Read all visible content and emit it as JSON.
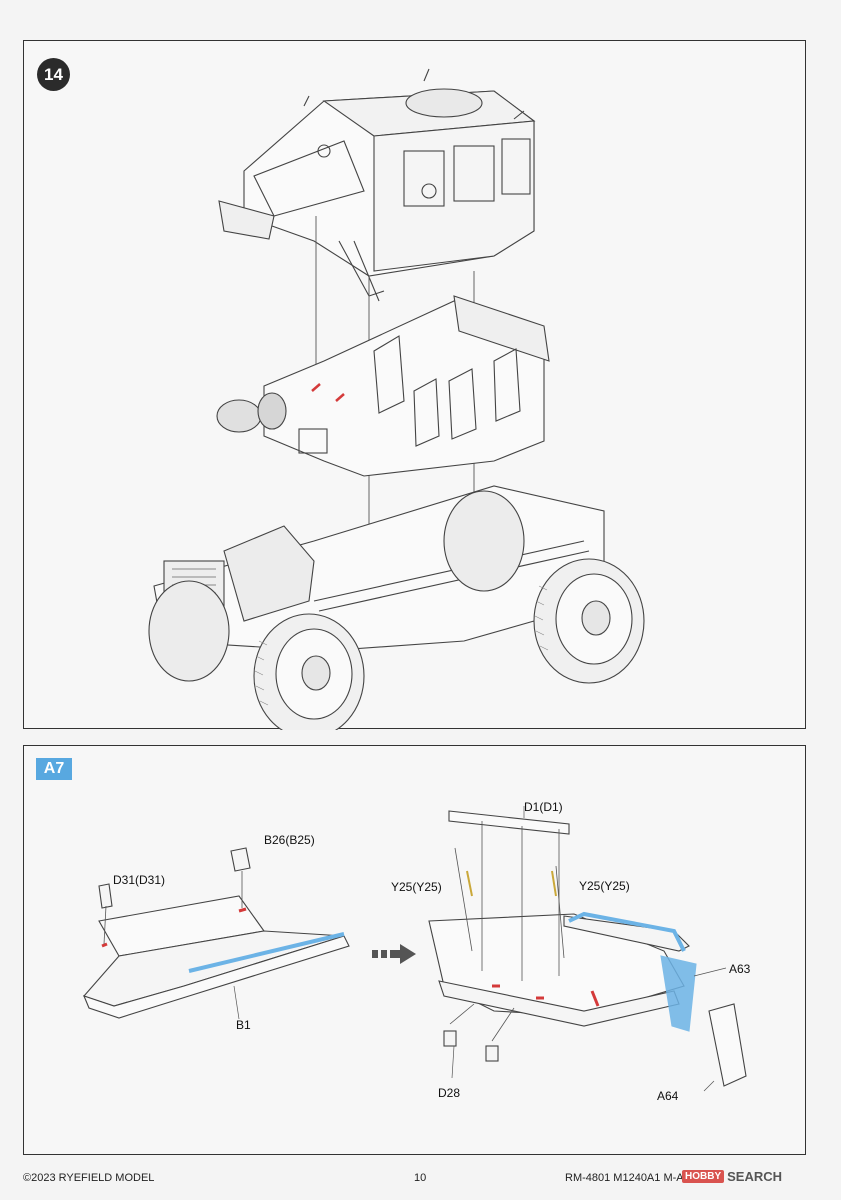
{
  "step": {
    "number": "14"
  },
  "substep": {
    "label": "A7"
  },
  "parts": {
    "d31": "D31(D31)",
    "b26": "B26(B25)",
    "b1": "B1",
    "d1": "D1(D1)",
    "y25_left": "Y25(Y25)",
    "y25_right": "Y25(Y25)",
    "a63": "A63",
    "d28": "D28",
    "a64": "A64"
  },
  "footer": {
    "copyright": "©2023 RYEFIELD MODEL",
    "page_number": "10",
    "product": "RM-4801 M1240A1 M-ATV"
  },
  "watermark": {
    "box": "HOBBY",
    "text": "SEARCH"
  },
  "colors": {
    "highlight_blue": "#6cb3e6",
    "glue_red": "#d43a3a",
    "badge_blue": "#58a8e0"
  }
}
